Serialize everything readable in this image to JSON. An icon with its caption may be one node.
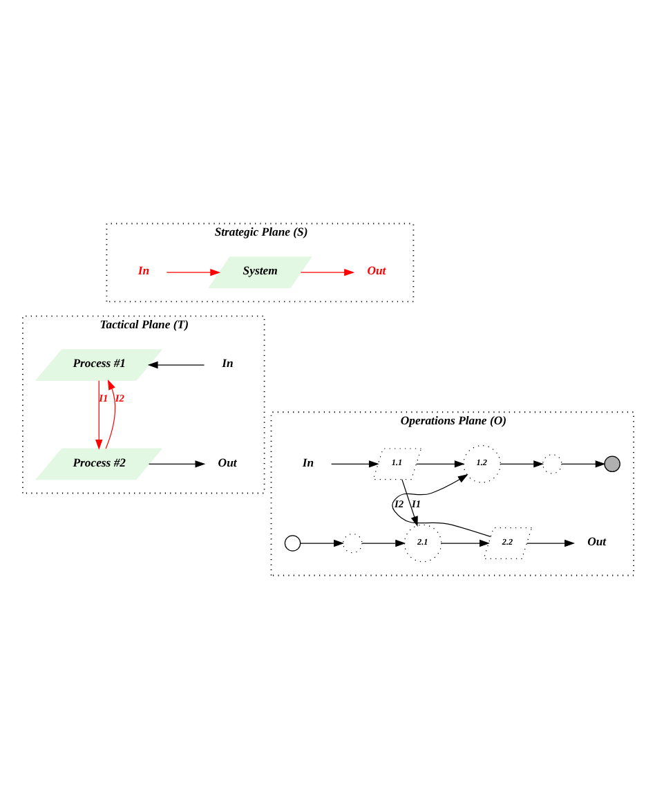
{
  "diagram": {
    "nodes": [
      {
        "text": [
          "Strategic Plane (S)"
        ]
      },
      {
        "text": [
          "In"
        ],
        "in": 0
      },
      {
        "text": [
          "System"
        ],
        "in": 0
      },
      {
        "text": [
          "Out"
        ],
        "in": 0
      },
      {
        "text": [
          "Tactical Plane (T)"
        ]
      },
      {
        "text": [
          "In"
        ],
        "in": 4
      },
      {
        "text": [
          "Process #1"
        ],
        "in": 4
      },
      {
        "text": [
          "Process #2"
        ],
        "in": 4
      },
      {
        "text": [
          "Out"
        ],
        "in": 4
      },
      {
        "text": [
          "Operations Plane (O)"
        ]
      },
      {
        "text": [
          "In"
        ],
        "in": 9
      },
      {
        "text": [
          "1.1"
        ],
        "in": 9
      },
      {
        "text": [
          "1.2"
        ],
        "in": 9
      },
      {
        "text": [],
        "shape": "circle",
        "in": 9
      },
      {
        "text": [],
        "shape": "circle",
        "in": 9
      },
      {
        "text": [],
        "shape": "circle",
        "in": 9
      },
      {
        "text": [],
        "shape": "circle",
        "in": 9
      },
      {
        "text": [
          "2.1"
        ],
        "in": 9
      },
      {
        "text": [
          "2.2"
        ],
        "in": 9
      },
      {
        "text": [
          "Out"
        ],
        "in": 9
      }
    ],
    "edges": [
      {
        "from": 1,
        "to": 2,
        "arrow": "to",
        "color": "#ff0000"
      },
      {
        "from": 2,
        "to": 3,
        "arrow": "to",
        "color": "#ff0000"
      },
      {
        "from": 5,
        "to": 6,
        "arrow": "to"
      },
      {
        "from": 6,
        "to": 7,
        "arrow": "to",
        "label": "I1",
        "color": "#ff0000"
      },
      {
        "from": 7,
        "to": 6,
        "arrow": "to",
        "label": "I2",
        "color": "#ff0000"
      },
      {
        "from": 7,
        "to": 8,
        "arrow": "to"
      },
      {
        "from": 10,
        "to": 11,
        "arrow": "to"
      },
      {
        "from": 11,
        "to": 12,
        "arrow": "to"
      },
      {
        "from": 12,
        "to": 13,
        "arrow": "to"
      },
      {
        "from": 13,
        "to": 14,
        "arrow": "to"
      },
      {
        "from": 15,
        "to": 16,
        "arrow": "to"
      },
      {
        "from": 16,
        "to": 17,
        "arrow": "to"
      },
      {
        "from": 17,
        "to": 18,
        "arrow": "to"
      },
      {
        "from": 18,
        "to": 19,
        "arrow": "to"
      },
      {
        "from": 11,
        "to": 17,
        "arrow": "to",
        "label": "I1"
      },
      {
        "from": 18,
        "to": 12,
        "arrow": "to",
        "label": "I2"
      }
    ]
  }
}
